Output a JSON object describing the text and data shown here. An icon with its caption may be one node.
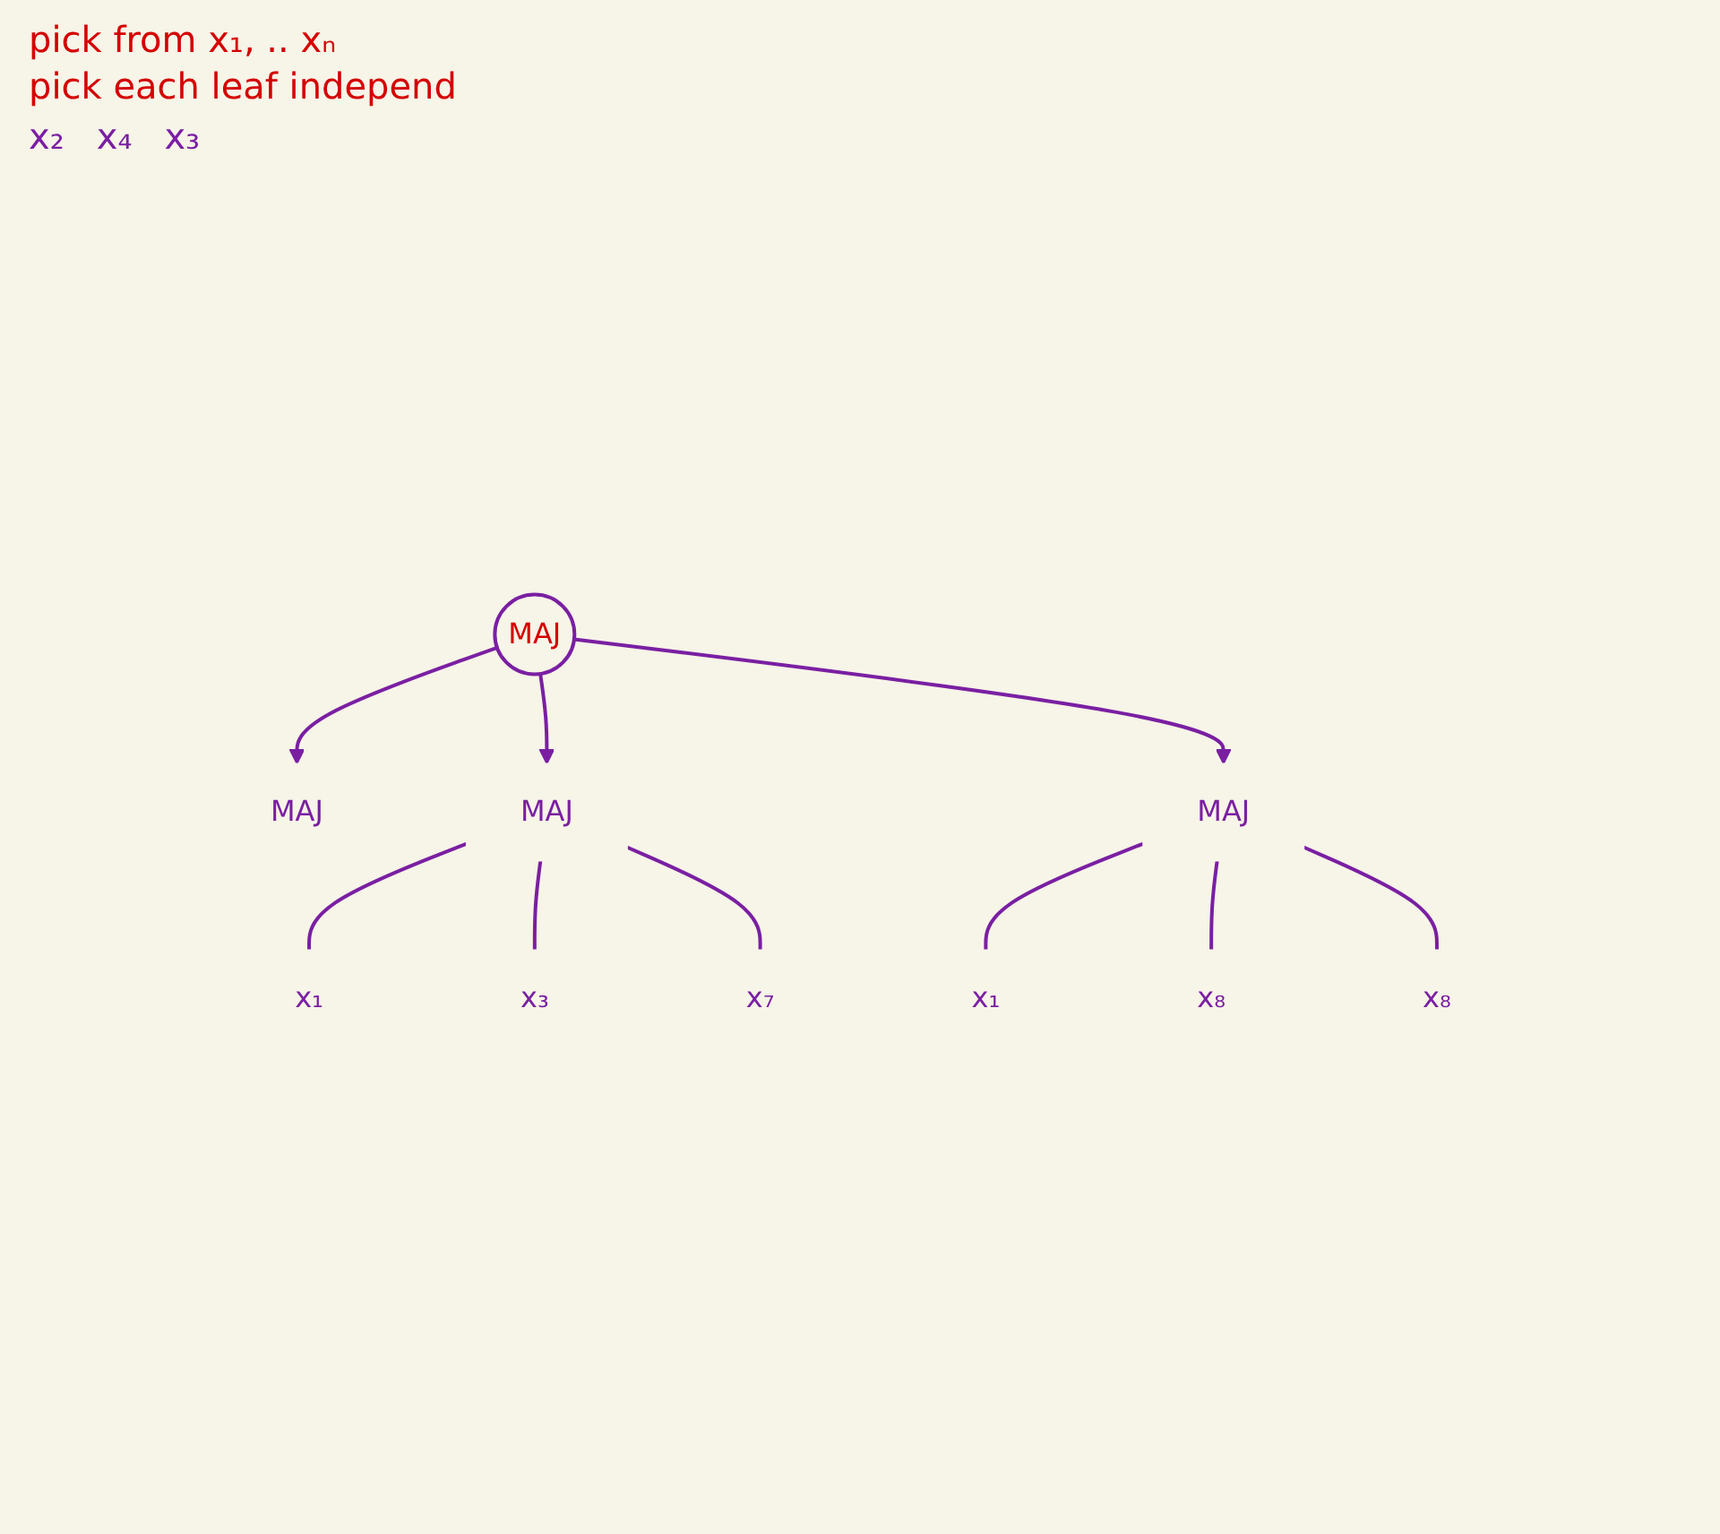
{
  "diagram": {
    "nodes": [
      {
        "text": [
          "MAJ"
        ]
      },
      {
        "text": [
          "MAJ"
        ]
      },
      {
        "text": [
          "MAJ"
        ]
      },
      {
        "text": [
          "x₁"
        ]
      },
      {
        "text": [
          "x₃"
        ]
      },
      {
        "text": [
          "x₇"
        ]
      },
      {
        "text": [
          "MAJ"
        ]
      },
      {
        "text": [
          "x₁"
        ]
      },
      {
        "text": [
          "x₈"
        ]
      },
      {
        "text": [
          "x₈"
        ]
      }
    ],
    "edges": [
      {
        "from": 0,
        "to": 1,
        "arrow": "to"
      },
      {
        "from": 0,
        "to": 2,
        "arrow": "to"
      },
      {
        "from": 0,
        "to": 6,
        "arrow": "to"
      },
      {
        "from": 2,
        "to": 3,
        "arrow": "none"
      },
      {
        "from": 2,
        "to": 4,
        "arrow": "none"
      },
      {
        "from": 2,
        "to": 5,
        "arrow": "none"
      },
      {
        "from": 6,
        "to": 7,
        "arrow": "none"
      },
      {
        "from": 6,
        "to": 8,
        "arrow": "none"
      },
      {
        "from": 6,
        "to": 9,
        "arrow": "none"
      }
    ],
    "labels": [
      "pick from x₁, .. xₙ",
      "pick each leaf independ",
      "x₂",
      "x₄",
      "x₃"
    ]
  }
}
